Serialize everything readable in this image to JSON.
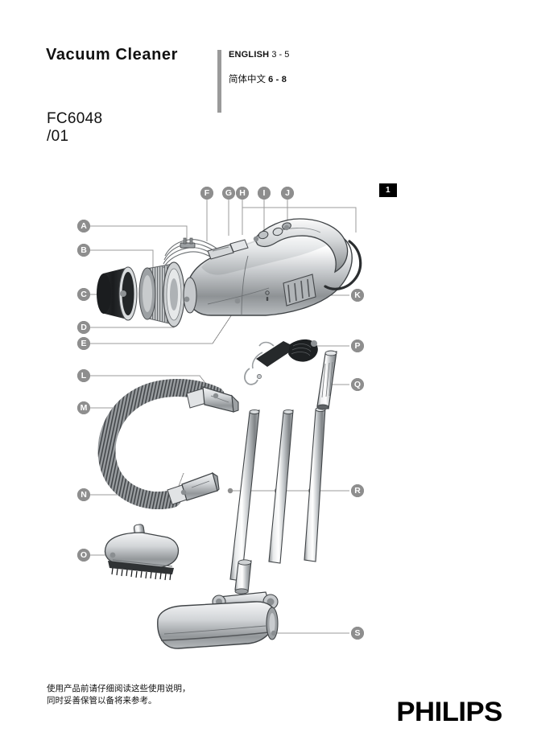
{
  "header": {
    "title": "Vacuum Cleaner",
    "languages": [
      {
        "name": "ENGLISH",
        "pages": "3 - 5"
      },
      {
        "name": "简体中文",
        "pages": "6 - 8"
      }
    ],
    "model": "FC6048\n/01"
  },
  "figure": {
    "badge": "1",
    "callouts": [
      {
        "id": "A",
        "label": "A"
      },
      {
        "id": "B",
        "label": "B"
      },
      {
        "id": "C",
        "label": "C"
      },
      {
        "id": "D",
        "label": "D"
      },
      {
        "id": "E",
        "label": "E"
      },
      {
        "id": "F",
        "label": "F"
      },
      {
        "id": "G",
        "label": "G"
      },
      {
        "id": "H",
        "label": "H"
      },
      {
        "id": "I",
        "label": "I"
      },
      {
        "id": "J",
        "label": "J"
      },
      {
        "id": "K",
        "label": "K"
      },
      {
        "id": "L",
        "label": "L"
      },
      {
        "id": "M",
        "label": "M"
      },
      {
        "id": "N",
        "label": "N"
      },
      {
        "id": "O",
        "label": "O"
      },
      {
        "id": "P",
        "label": "P"
      },
      {
        "id": "Q",
        "label": "Q"
      },
      {
        "id": "R",
        "label": "R"
      },
      {
        "id": "S",
        "label": "S"
      }
    ]
  },
  "footer": {
    "note_line1": "使用产品前请仔细阅读这些使用说明，",
    "note_line2": "同时妥善保管以备将来参考。",
    "brand": "PHILIPS"
  },
  "colors": {
    "callout_grey": "#8e8e8e",
    "leader_grey": "#9b9b9b",
    "lang_bar_grey": "#9a9a9a",
    "badge_black": "#000000",
    "paper": "#ffffff"
  }
}
